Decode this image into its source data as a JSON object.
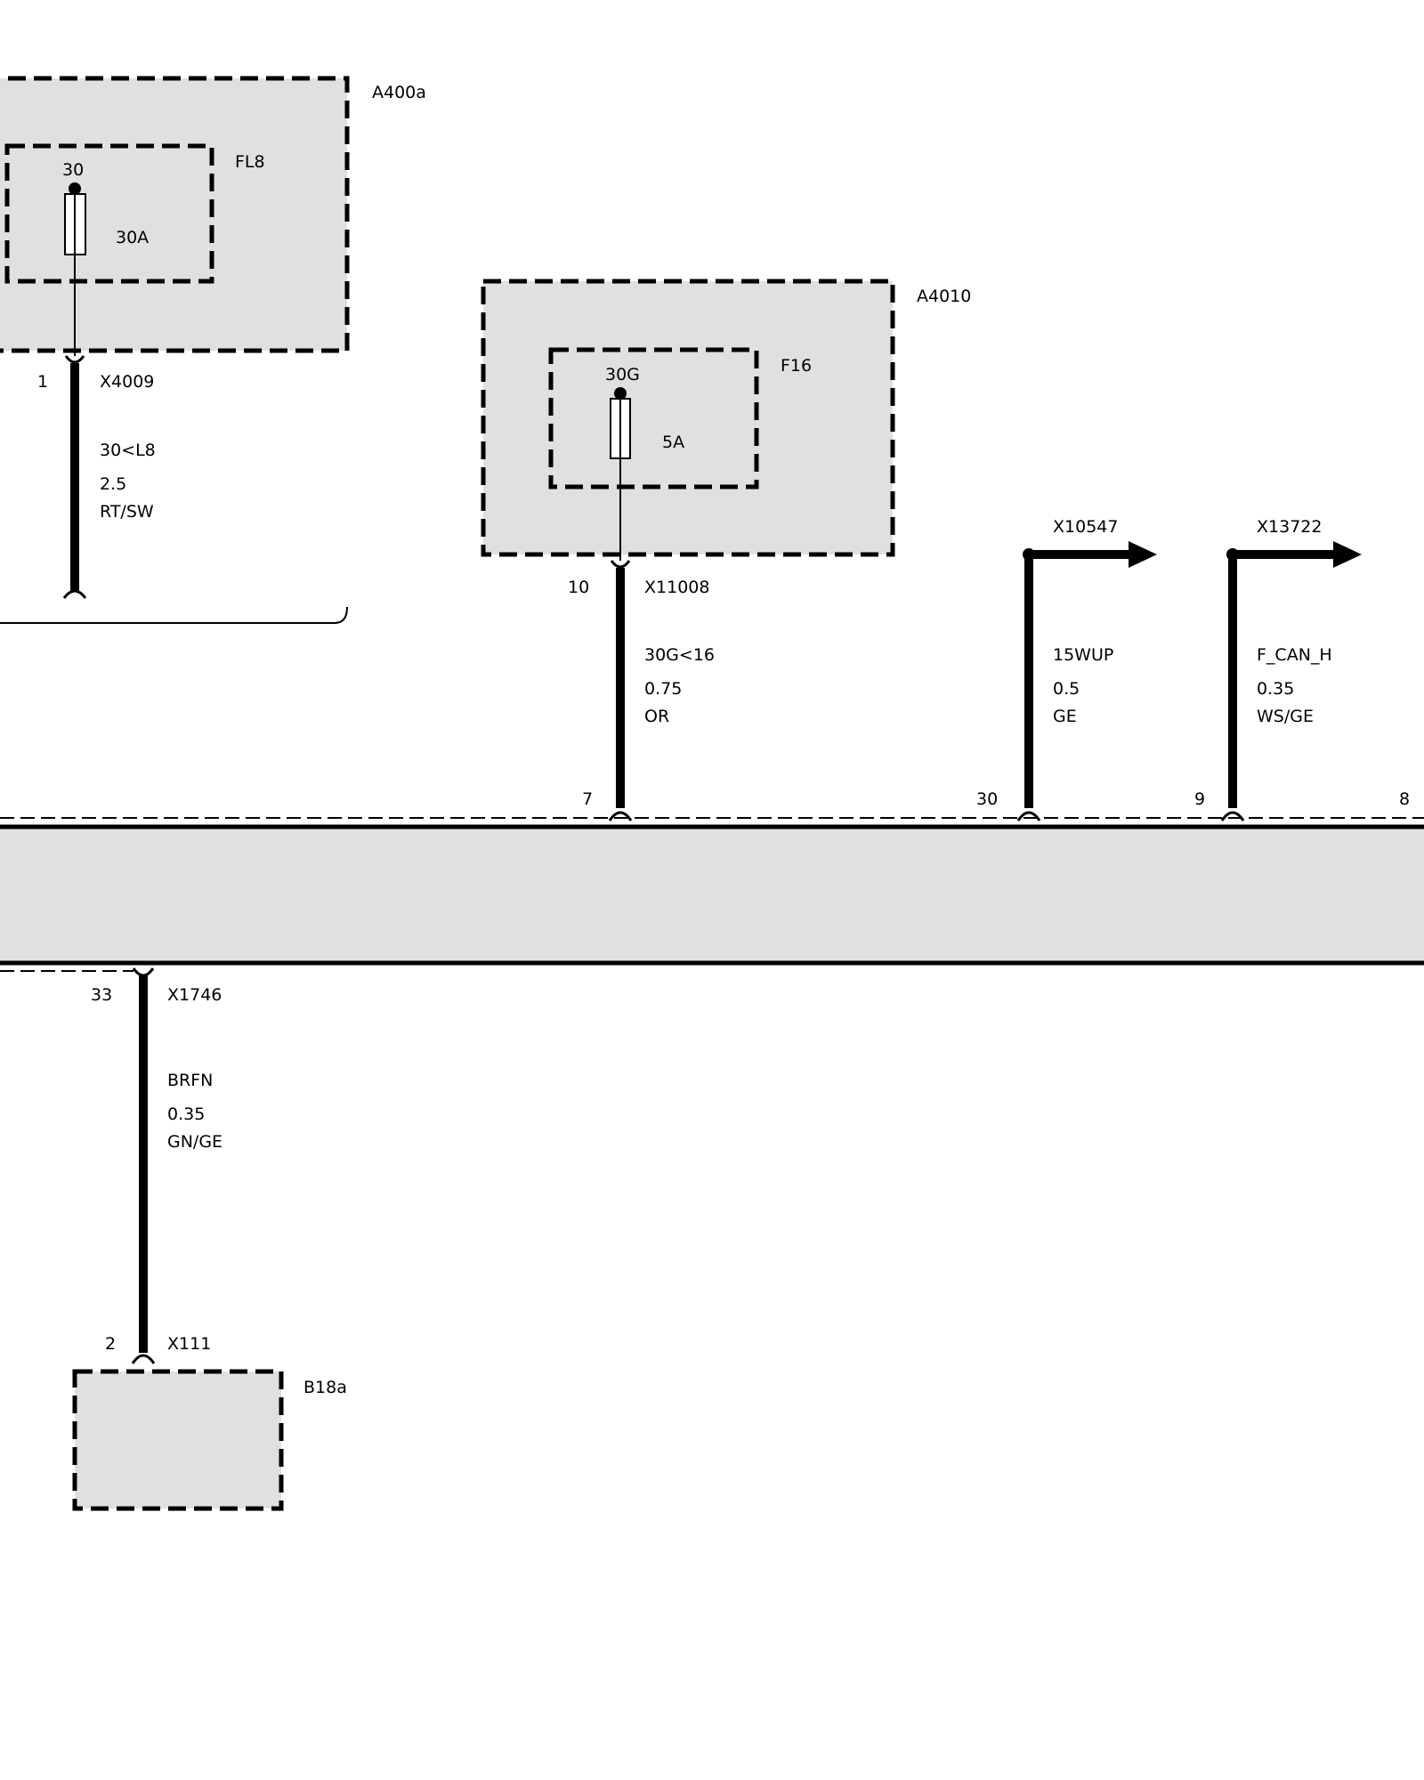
{
  "components": {
    "a400a": {
      "label": "A400a"
    },
    "fl8": {
      "label": "FL8",
      "terminal": "30",
      "rating": "30A"
    },
    "a4010": {
      "label": "A4010"
    },
    "f16": {
      "label": "F16",
      "terminal": "30G",
      "rating": "5A"
    },
    "b18a": {
      "label": "B18a"
    }
  },
  "wires": [
    {
      "pin": "1",
      "connector": "X4009",
      "signal": "30<L8",
      "gauge": "2.5",
      "color": "RT/SW"
    },
    {
      "pin": "10",
      "connector": "X11008",
      "signal": "30G<16",
      "gauge": "0.75",
      "color": "OR",
      "bus_pin": "7"
    },
    {
      "connector": "X10547",
      "signal": "15WUP",
      "gauge": "0.5",
      "color": "GE",
      "bus_pin": "30"
    },
    {
      "connector": "X13722",
      "signal": "F_CAN_H",
      "gauge": "0.35",
      "color": "WS/GE",
      "bus_pin": "9"
    },
    {
      "pin": "33",
      "connector": "X1746",
      "signal": "BRFN",
      "gauge": "0.35",
      "color": "GN/GE"
    }
  ],
  "bus": {
    "right_pin": "8"
  },
  "b18a_pin": {
    "pin": "2",
    "connector": "X111"
  }
}
